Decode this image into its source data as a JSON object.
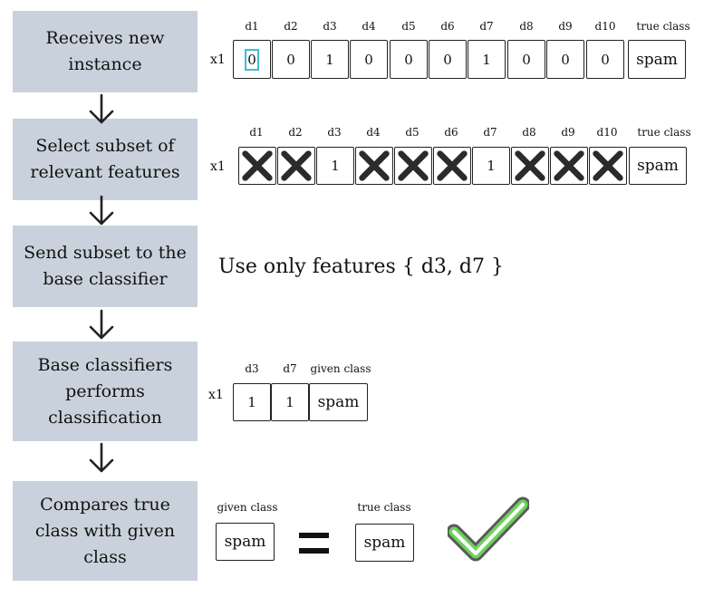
{
  "steps": [
    {
      "label": "Receives new\ninstance"
    },
    {
      "label": "Select subset of\nrelevant features"
    },
    {
      "label": "Send subset to the\nbase classifier"
    },
    {
      "label": "Base classifiers\nperforms\nclassification"
    },
    {
      "label": "Compares true\nclass with given\nclass"
    }
  ],
  "instance_row": {
    "row_label": "x1",
    "headers": [
      "d1",
      "d2",
      "d3",
      "d4",
      "d5",
      "d6",
      "d7",
      "d8",
      "d9",
      "d10",
      "true class"
    ],
    "values": [
      "0",
      "0",
      "1",
      "0",
      "0",
      "0",
      "1",
      "0",
      "0",
      "0",
      "spam"
    ]
  },
  "subset_row": {
    "row_label": "x1",
    "headers": [
      "d1",
      "d2",
      "d3",
      "d4",
      "d5",
      "d6",
      "d7",
      "d8",
      "d9",
      "d10",
      "true class"
    ],
    "values": [
      "",
      "",
      "1",
      "",
      "",
      "",
      "1",
      "",
      "",
      "",
      "spam"
    ],
    "crossed": [
      true,
      true,
      false,
      true,
      true,
      true,
      false,
      true,
      true,
      true,
      false
    ]
  },
  "note": "Use only features { d3, d7 }",
  "classify_row": {
    "row_label": "x1",
    "headers": [
      "d3",
      "d7",
      "given class"
    ],
    "values": [
      "1",
      "1",
      "spam"
    ]
  },
  "compare": {
    "given_header": "given class",
    "given_value": "spam",
    "true_header": "true class",
    "true_value": "spam"
  },
  "colors": {
    "step_bg": "#c9d2dc",
    "check": "#6dd35a",
    "highlight": "#3bbfd0"
  }
}
